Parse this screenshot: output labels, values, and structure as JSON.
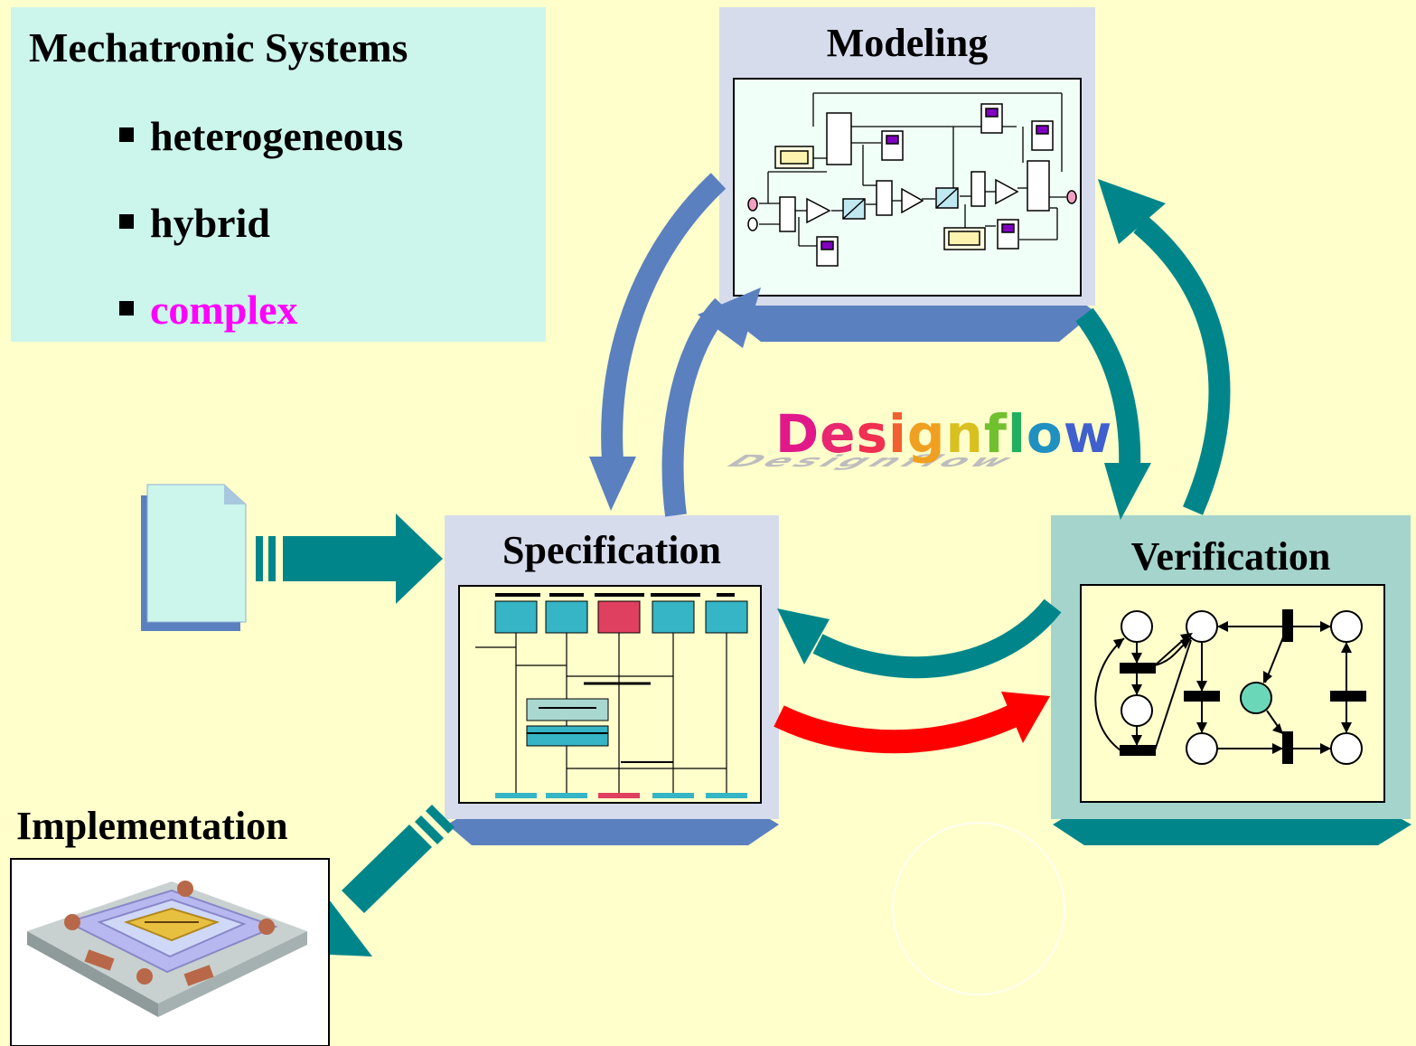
{
  "intro": {
    "title": "Mechatronic Systems",
    "bullets": [
      "heterogeneous",
      "hybrid",
      "complex"
    ]
  },
  "stages": {
    "modeling": "Modeling",
    "specification": "Specification",
    "verification": "Verification",
    "implementation": "Implementation"
  },
  "center_label": "Designflow",
  "colors": {
    "background": "#FFFFCC",
    "intro_box": "#CCF5EC",
    "blue_arrow": "#5B80C0",
    "teal_arrow": "#00868A",
    "red_arrow": "#FF0000",
    "complex_text": "#FF00FF"
  }
}
